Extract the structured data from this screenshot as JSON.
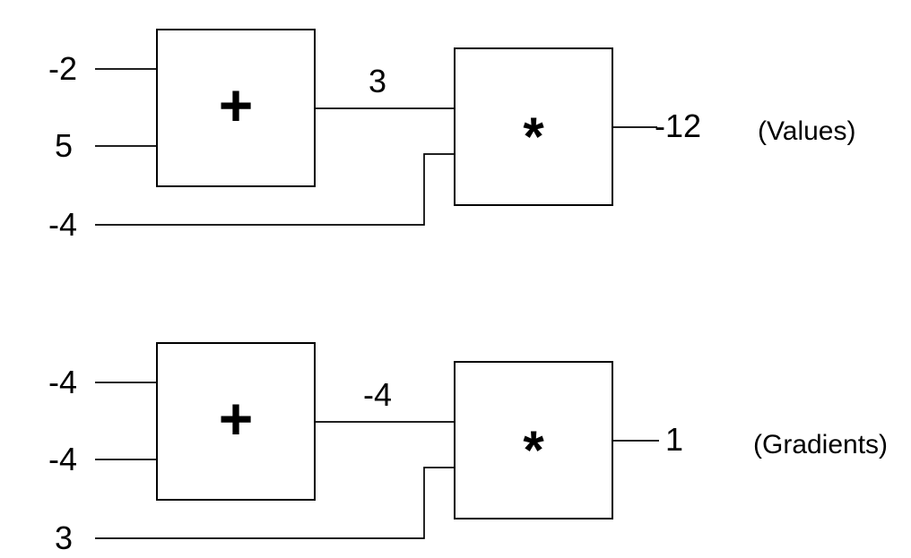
{
  "figure": {
    "background_color": "#ffffff",
    "line_color": "#000000",
    "text_color": "#000000"
  },
  "values": {
    "caption": "(Values)",
    "add": {
      "op": "+",
      "inputs": [
        "-2",
        "5"
      ],
      "output": "3"
    },
    "mul": {
      "op": "*",
      "extra_input": "-4",
      "output": "-12"
    }
  },
  "gradients": {
    "caption": "(Gradients)",
    "add": {
      "op": "+",
      "inputs": [
        "-4",
        "-4"
      ],
      "output": "-4"
    },
    "mul": {
      "op": "*",
      "extra_input": "3",
      "output": "1"
    }
  }
}
